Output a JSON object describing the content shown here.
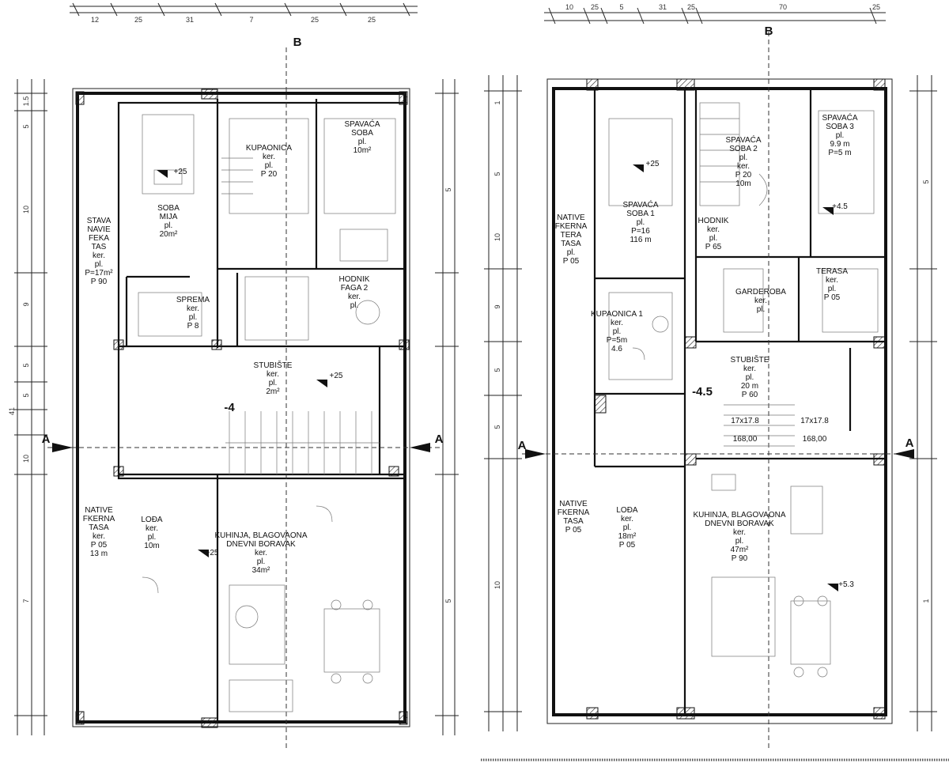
{
  "ground_floor": {
    "top_dimensions": [
      "12",
      "25",
      "31",
      "7",
      "25",
      "25"
    ],
    "rooms": [
      {
        "lines": [
          "STAVA",
          "NAVIE",
          "FEKA",
          "TAS",
          "ker.",
          "pl.",
          "P=17m²",
          "P 90"
        ]
      },
      {
        "lines": [
          "SOBA",
          "MIJA",
          "pl.",
          "20m²"
        ]
      },
      {
        "lines": [
          "SPREMA",
          "ker.",
          "pl.",
          "P 8"
        ]
      },
      {
        "lines": [
          "SPAVAĆA",
          "SOBA",
          "pl.",
          "10m²"
        ]
      },
      {
        "lines": [
          "KUPAONICA",
          "ker.",
          "pl.",
          "P 20"
        ]
      },
      {
        "lines": [
          "HODNIK",
          "FAGA 2",
          "ker.",
          "pl."
        ]
      },
      {
        "lines": [
          "STUBIŠTE",
          "ker.",
          "pl.",
          "2m²"
        ]
      },
      {
        "lines": [
          "NATIVE",
          "FKERNA",
          "TASA",
          "ker.",
          "P 05",
          "13 m"
        ]
      },
      {
        "lines": [
          "LOĐA",
          "ker.",
          "pl.",
          "10m"
        ]
      },
      {
        "lines": [
          "KUHINJA, BLAGOVAONA",
          "DNEVNI BORAVAK",
          "ker.",
          "pl.",
          "34m²"
        ]
      }
    ],
    "marks": [
      "+25",
      "+25",
      "+25",
      "-4",
      "A",
      "A",
      "B"
    ],
    "side_dimensions": [
      "1.5",
      "5",
      "10",
      "9",
      "5",
      "5",
      "10",
      "7",
      "5",
      "5",
      "41"
    ]
  },
  "first_floor": {
    "top_dimensions": [
      "10",
      "25",
      "5",
      "31",
      "25",
      "70",
      "25"
    ],
    "rooms": [
      {
        "lines": [
          "NATIVE",
          "FKERNA",
          "TERA",
          "TASA",
          "pl.",
          "P 05"
        ]
      },
      {
        "lines": [
          "SPAVAĆA",
          "SOBA 1",
          "pl.",
          "P=16",
          "116 m"
        ]
      },
      {
        "lines": [
          "SPAVAĆA",
          "SOBA 2",
          "pl.",
          "ker.",
          "P 20",
          "10m"
        ]
      },
      {
        "lines": [
          "SPAVAĆA",
          "SOBA 3",
          "pl.",
          "9.9 m",
          "P=5 m"
        ]
      },
      {
        "lines": [
          "HODNIK",
          "ker.",
          "pl.",
          "P 65"
        ]
      },
      {
        "lines": [
          "KUPAONICA 1",
          "ker.",
          "pl.",
          "P=5m",
          "4.6"
        ]
      },
      {
        "lines": [
          "GARDEROBA",
          "ker.",
          "pl."
        ]
      },
      {
        "lines": [
          "TERASA",
          "ker.",
          "pl.",
          "P 05"
        ]
      },
      {
        "lines": [
          "STUBIŠTE",
          "ker.",
          "pl.",
          "20 m",
          "P 60"
        ]
      },
      {
        "lines": [
          "NATIVE",
          "FKERNA",
          "TASA",
          "P 05"
        ]
      },
      {
        "lines": [
          "LOĐA",
          "ker.",
          "pl.",
          "18m²",
          "P 05"
        ]
      },
      {
        "lines": [
          "KUHINJA, BLAGOVAONA",
          "DNEVNI BORAVAK",
          "ker.",
          "pl.",
          "47m²",
          "P 90"
        ]
      }
    ],
    "stair_notes": [
      "17x17.8",
      "168,00",
      "17x17.8",
      "168,00"
    ],
    "marks": [
      "+25",
      "+4.5",
      "+5.3",
      "-4.5",
      "A",
      "A",
      "B"
    ],
    "side_dimensions": [
      "1",
      "5",
      "10",
      "9",
      "5",
      "5",
      "10",
      "5",
      "1"
    ]
  }
}
